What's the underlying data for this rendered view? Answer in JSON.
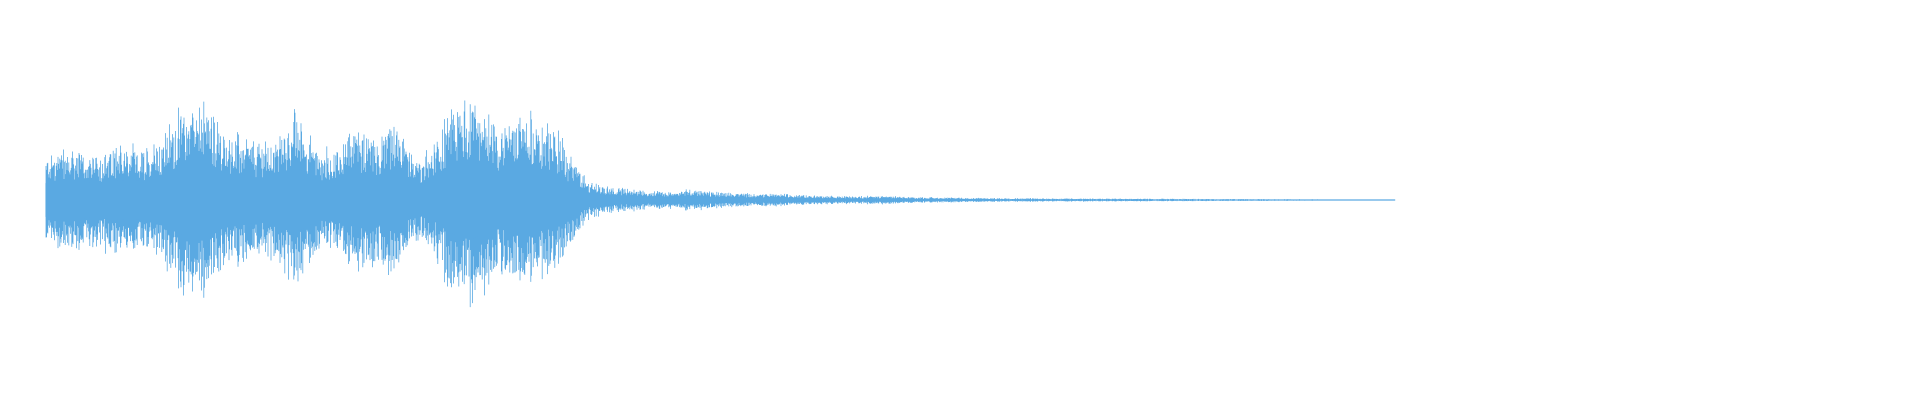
{
  "waveform": {
    "color": "#5aa9e2",
    "background": "#ffffff",
    "duration_fraction": 0.738,
    "envelope": [
      [
        0.0,
        0.36
      ],
      [
        0.012,
        0.42
      ],
      [
        0.025,
        0.37
      ],
      [
        0.04,
        0.42
      ],
      [
        0.055,
        0.4
      ],
      [
        0.064,
        0.56
      ],
      [
        0.072,
        0.7
      ],
      [
        0.08,
        0.82
      ],
      [
        0.09,
        0.75
      ],
      [
        0.098,
        0.58
      ],
      [
        0.108,
        0.5
      ],
      [
        0.118,
        0.48
      ],
      [
        0.128,
        0.52
      ],
      [
        0.136,
        0.7
      ],
      [
        0.143,
        0.56
      ],
      [
        0.15,
        0.4
      ],
      [
        0.16,
        0.46
      ],
      [
        0.17,
        0.58
      ],
      [
        0.18,
        0.52
      ],
      [
        0.19,
        0.62
      ],
      [
        0.198,
        0.4
      ],
      [
        0.206,
        0.32
      ],
      [
        0.215,
        0.52
      ],
      [
        0.224,
        0.75
      ],
      [
        0.232,
        0.85
      ],
      [
        0.24,
        0.7
      ],
      [
        0.25,
        0.6
      ],
      [
        0.26,
        0.72
      ],
      [
        0.268,
        0.65
      ],
      [
        0.276,
        0.58
      ],
      [
        0.282,
        0.48
      ],
      [
        0.29,
        0.3
      ],
      [
        0.296,
        0.16
      ],
      [
        0.305,
        0.12
      ],
      [
        0.316,
        0.09
      ],
      [
        0.33,
        0.075
      ],
      [
        0.342,
        0.07
      ],
      [
        0.352,
        0.09
      ],
      [
        0.362,
        0.07
      ],
      [
        0.375,
        0.06
      ],
      [
        0.39,
        0.045
      ],
      [
        0.4,
        0.055
      ],
      [
        0.412,
        0.04
      ],
      [
        0.425,
        0.035
      ],
      [
        0.44,
        0.03
      ],
      [
        0.456,
        0.035
      ],
      [
        0.47,
        0.025
      ],
      [
        0.49,
        0.02
      ],
      [
        0.52,
        0.015
      ],
      [
        0.56,
        0.013
      ],
      [
        0.6,
        0.011
      ],
      [
        0.64,
        0.009
      ],
      [
        0.68,
        0.007
      ],
      [
        0.71,
        0.005
      ],
      [
        0.738,
        0.003
      ]
    ]
  }
}
